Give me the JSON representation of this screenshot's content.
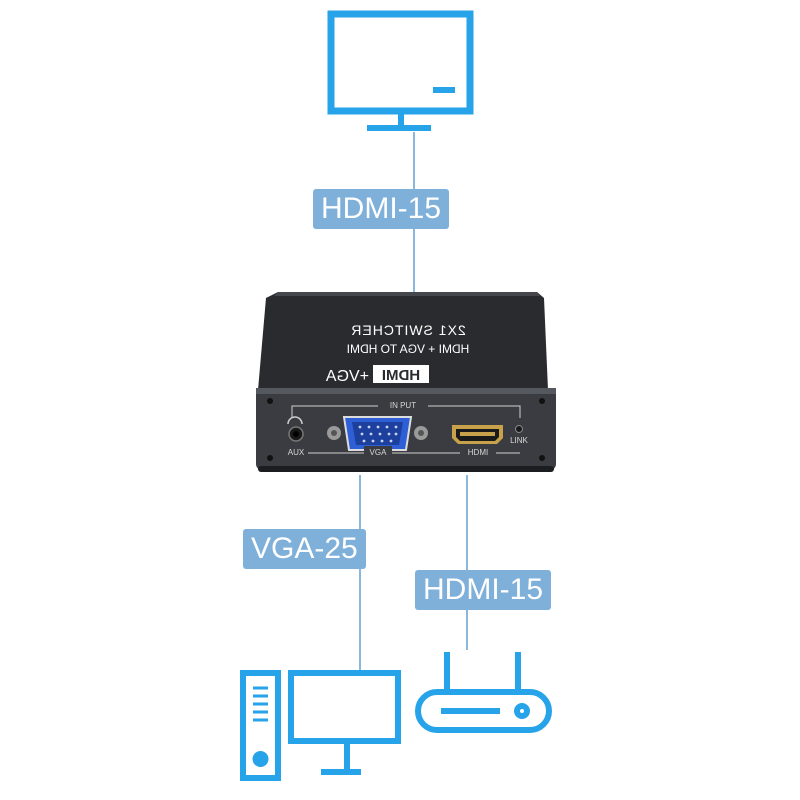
{
  "colors": {
    "accent": "#27a3ea",
    "label_bg": "#7fb0d9",
    "cable": "#8bb7dd",
    "device_body": "#2a2b2e",
    "vga_port": "#2f5fd6",
    "hdmi_port": "#c8a24a"
  },
  "cables": {
    "top": "HDMI-15",
    "vga": "VGA-25",
    "hdmi_bottom": "HDMI-15"
  },
  "device": {
    "title_line1": "2X1 SWITCHER",
    "title_line2": "HDMI + VGA TO HDMI",
    "brand_hdmi": "HDMI",
    "brand_vga": "+VGA",
    "input_label": "IN PUT",
    "aux_label": "AUX",
    "vga_label": "VGA",
    "hdmi_label": "HDMI",
    "link_label": "LINK"
  },
  "icons": {
    "top": "monitor-icon",
    "bottom_left": "desktop-computer-icon",
    "bottom_right": "router-icon"
  }
}
